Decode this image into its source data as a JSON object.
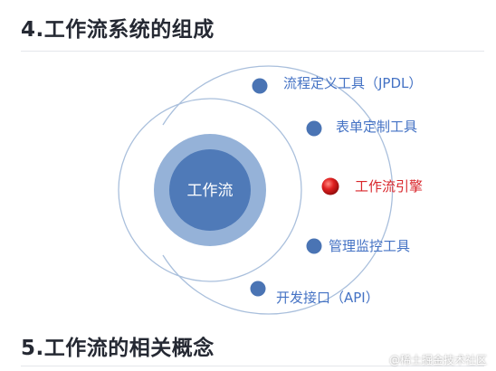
{
  "heading": "4.工作流系统的组成",
  "diagram": {
    "center_label": "工作流",
    "items": [
      {
        "label": "流程定义工具（JPDL）",
        "color": "#4472c4",
        "highlight": false
      },
      {
        "label": "表单定制工具",
        "color": "#4472c4",
        "highlight": false
      },
      {
        "label": "工作流引擎",
        "color": "#d9262b",
        "highlight": true
      },
      {
        "label": "管理监控工具",
        "color": "#4472c4",
        "highlight": false
      },
      {
        "label": "开发接口（API）",
        "color": "#4472c4",
        "highlight": false
      }
    ]
  },
  "next_heading": "5.工作流的相关概念",
  "watermark": "@稀土掘金技术社区"
}
